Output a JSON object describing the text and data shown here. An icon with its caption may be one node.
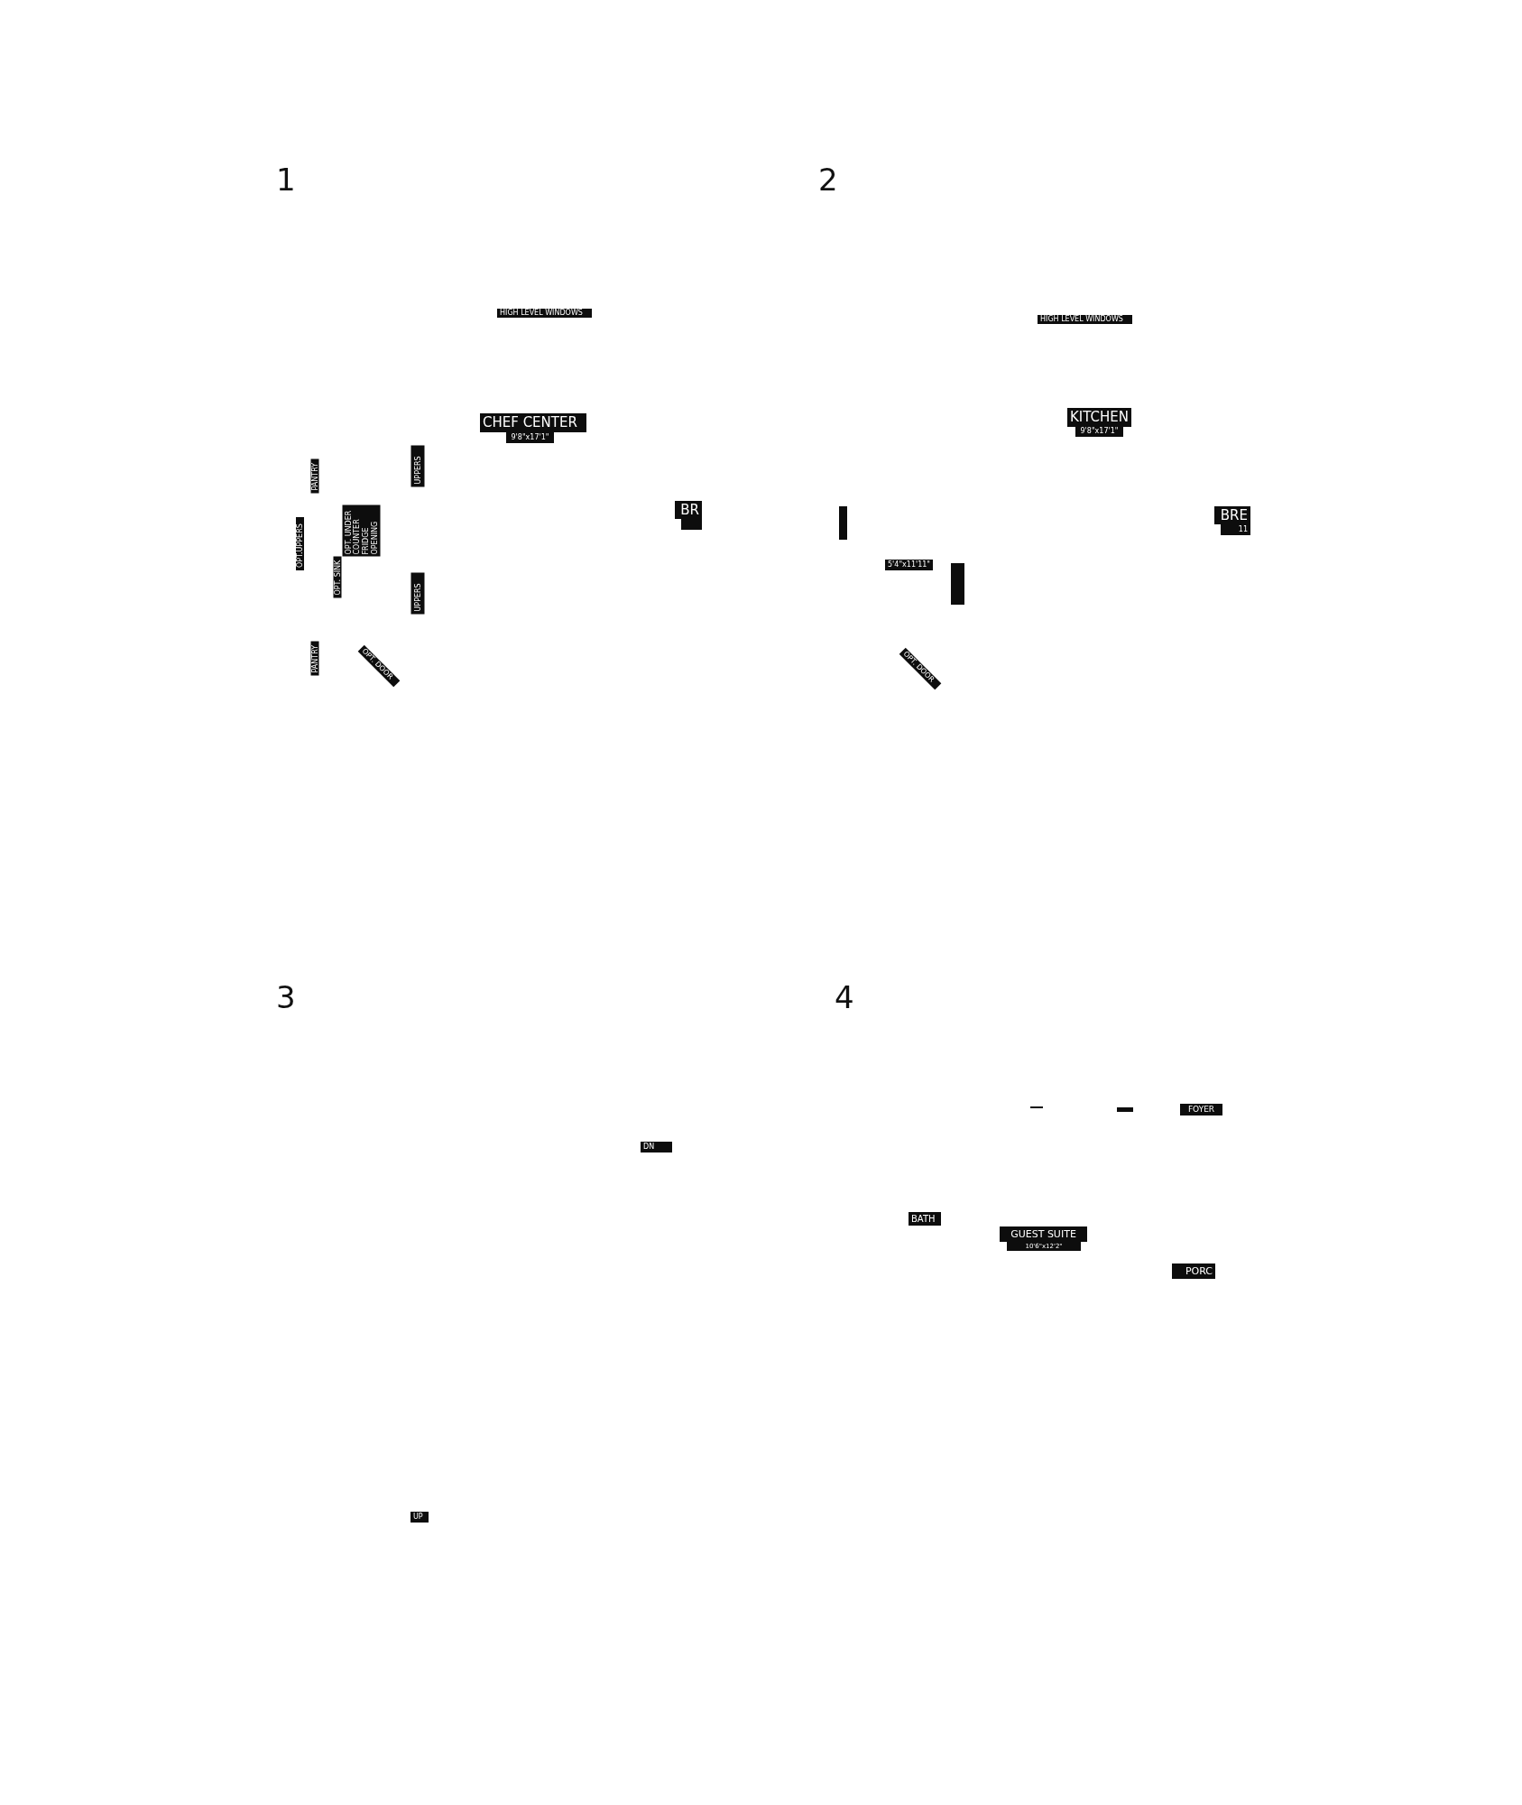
{
  "diagram": {
    "labels": [
      "1",
      "2",
      "HIGH LEVEL WINDOWS",
      "HIGH LEVEL WINDOWS",
      "CHEF CENTER",
      "9'8\"x17'1\"",
      "KITCHEN",
      "9'8\"x17'1\"",
      "PANTRY",
      "UPPERS",
      "BR",
      "BRE",
      "11",
      "OPT.UPPERS",
      "OPT. UNDER COUNTER FRIDGE OPENING",
      "OPT. SINK",
      "5'4\"x11'11\"",
      "UPPERS",
      "PANTRY",
      "OPT. DOOR",
      "OPT. DOOR",
      "3",
      "4",
      "FOYER",
      "DN",
      "BATH",
      "GUEST SUITE",
      "10'6\"x12'2\"",
      "PORC",
      "UP"
    ]
  }
}
